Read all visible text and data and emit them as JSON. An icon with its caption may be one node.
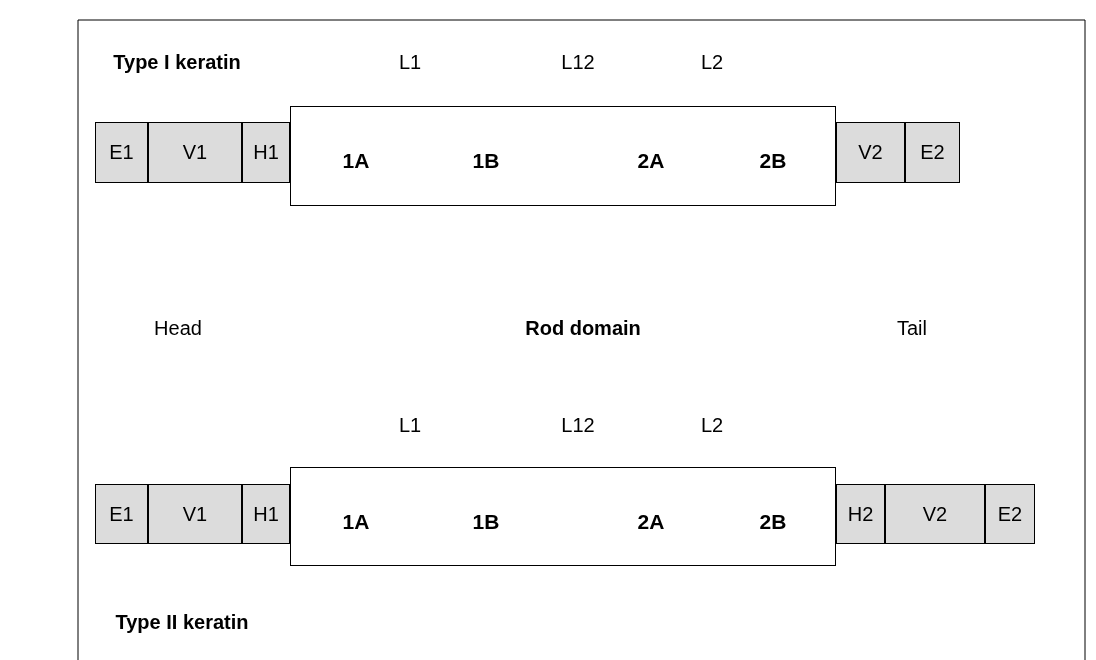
{
  "diagram": {
    "nodes": [
      {
        "text": [
          "E1"
        ]
      },
      {
        "text": [
          "V1"
        ]
      },
      {
        "text": [
          "H1"
        ]
      },
      {
        "text": [
          "1A",
          "1B",
          "2A",
          "2B"
        ]
      },
      {
        "text": [
          "V2"
        ]
      },
      {
        "text": [
          "E2"
        ]
      },
      {
        "text": [
          "E1"
        ]
      },
      {
        "text": [
          "V1"
        ]
      },
      {
        "text": [
          "H1"
        ]
      },
      {
        "text": [
          "1A",
          "1B",
          "2A",
          "2B"
        ]
      },
      {
        "text": [
          "H2"
        ]
      },
      {
        "text": [
          "V2"
        ]
      },
      {
        "text": [
          "E2"
        ]
      }
    ],
    "edges": [],
    "labels": [
      "Type I keratin",
      "L1",
      "L12",
      "L2",
      "Head",
      "Rod domain",
      "Tail",
      "L1",
      "L12",
      "L2",
      "Type II keratin"
    ]
  }
}
